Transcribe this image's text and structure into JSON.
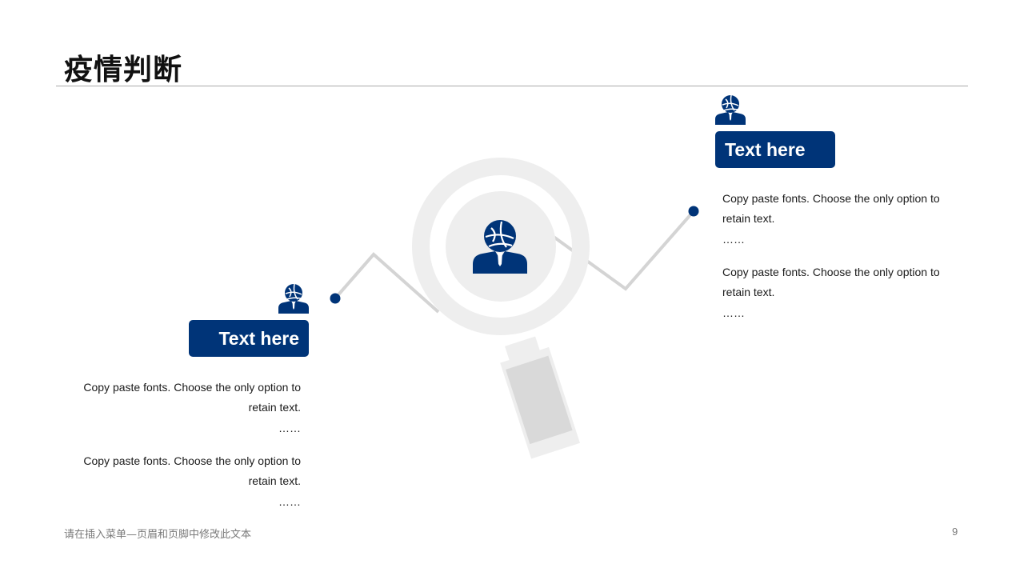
{
  "slide": {
    "title": "疫情判断",
    "page_number": "9",
    "footer": "请在插入菜单—页眉和页脚中修改此文本"
  },
  "left_card": {
    "label": "Text here",
    "paragraphs": [
      {
        "text": "Copy paste fonts. Choose the only option to retain text.",
        "ellipsis": "……"
      },
      {
        "text": "Copy paste fonts. Choose the only option to retain text.",
        "ellipsis": "……"
      }
    ]
  },
  "right_card": {
    "label": "Text here",
    "paragraphs": [
      {
        "text": "Copy paste fonts. Choose the only option to retain text.",
        "ellipsis": "……"
      },
      {
        "text": "Copy paste fonts. Choose the only option to retain text.",
        "ellipsis": "……"
      }
    ]
  },
  "icons": {
    "person": "globe-head-person-icon",
    "magnifier": "magnifying-glass-icon"
  },
  "colors": {
    "accent": "#003478",
    "line": "#d4d4d4",
    "lens": "#eeeeee",
    "handle": "#d9d9d9",
    "rule": "#a9a9a9",
    "footer": "#7a7a7a"
  }
}
